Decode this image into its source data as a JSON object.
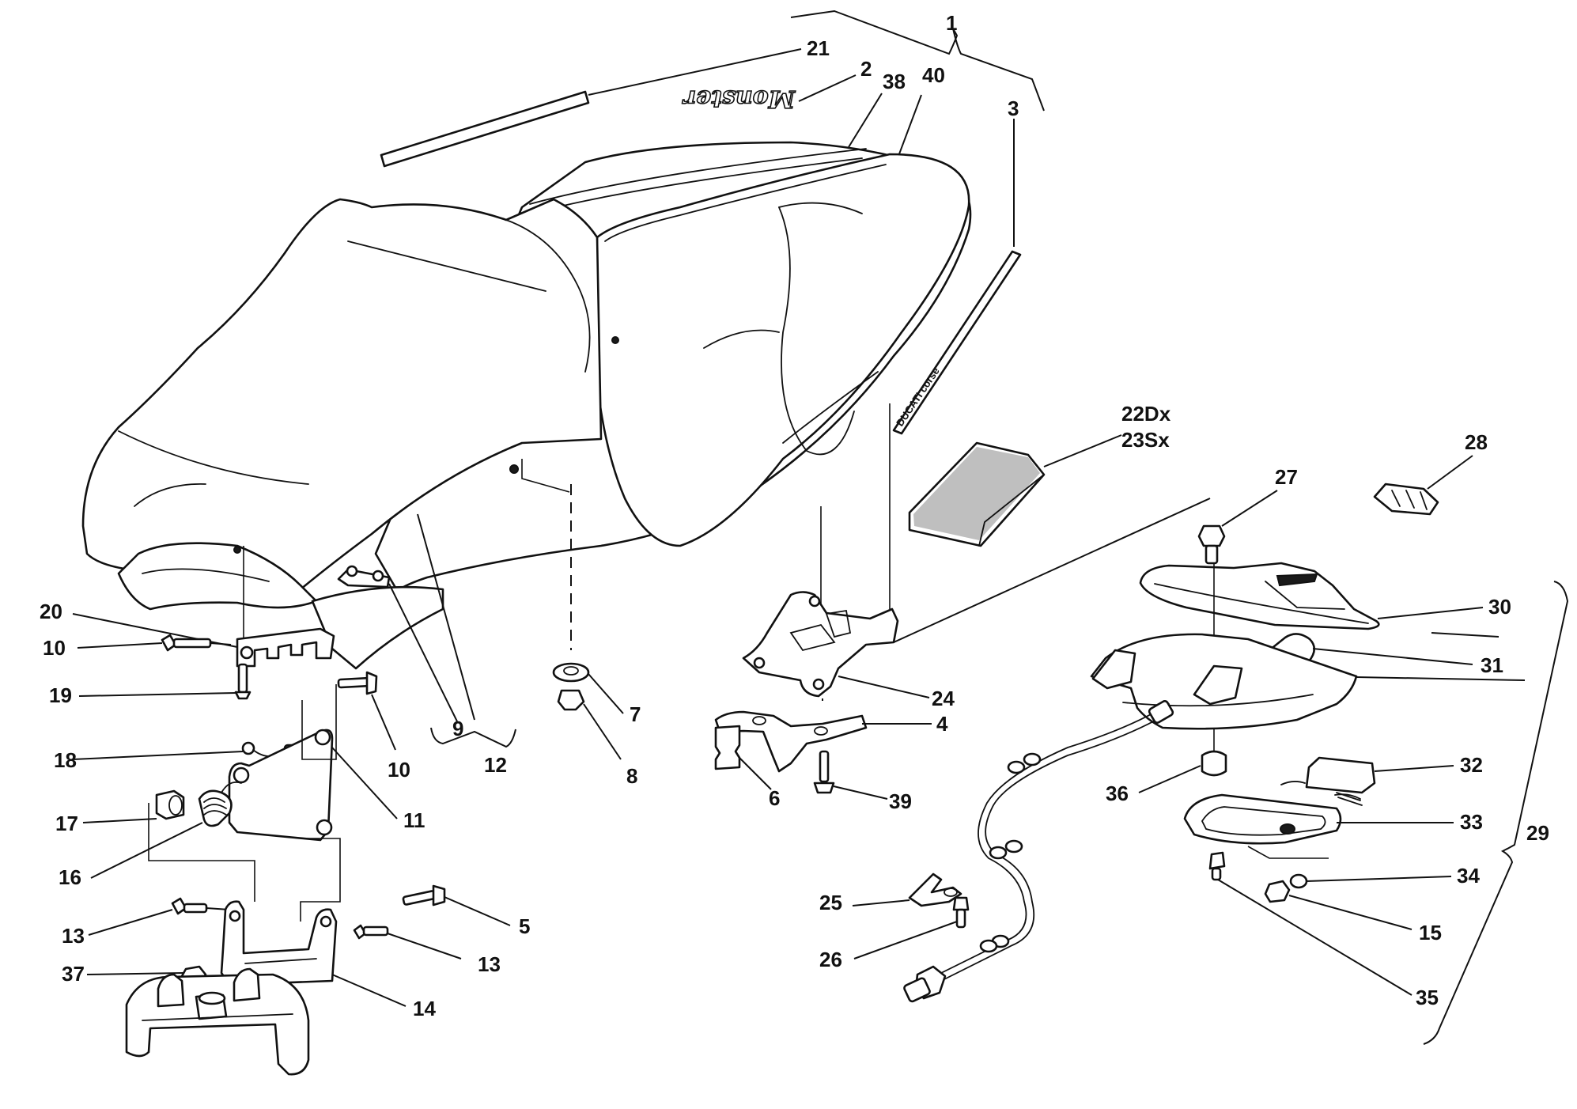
{
  "callouts": {
    "c1": "1",
    "c2": "2",
    "c3": "3",
    "c4": "4",
    "c5": "5",
    "c6": "6",
    "c7": "7",
    "c8": "8",
    "c9": "9",
    "c10a": "10",
    "c10b": "10",
    "c11": "11",
    "c12": "12",
    "c13a": "13",
    "c13b": "13",
    "c14": "14",
    "c15": "15",
    "c16": "16",
    "c17": "17",
    "c18": "18",
    "c19": "19",
    "c20": "20",
    "c21": "21",
    "c22": "22Dx",
    "c23": "23Sx",
    "c24": "24",
    "c25": "25",
    "c26": "26",
    "c27": "27",
    "c28": "28",
    "c29": "29",
    "c30": "30",
    "c31": "31",
    "c32": "32",
    "c33": "33",
    "c34": "34",
    "c35": "35",
    "c36": "36",
    "c37": "37",
    "c38": "38",
    "c39": "39",
    "c40": "40"
  },
  "decals": {
    "logo": "Monster",
    "strip": "DUCATI corse"
  }
}
